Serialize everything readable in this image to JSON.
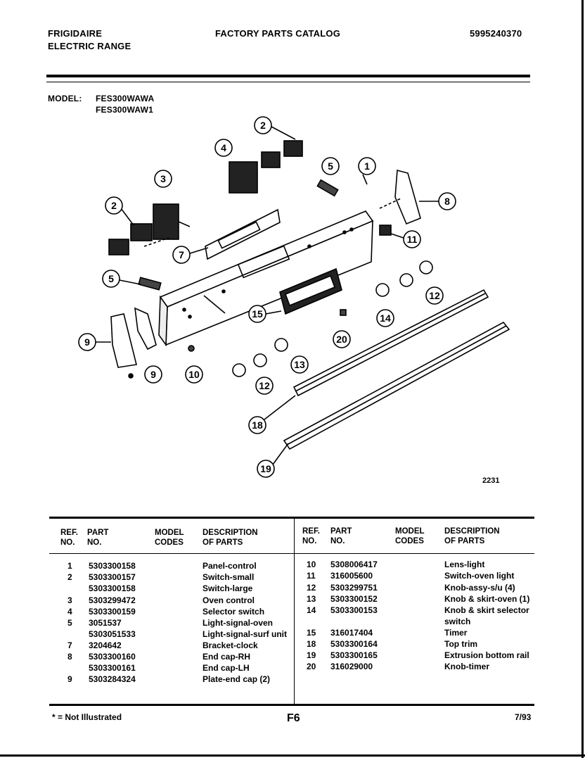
{
  "header": {
    "brand": "FRIGIDAIRE",
    "product": "ELECTRIC RANGE",
    "catalog_title": "FACTORY PARTS CATALOG",
    "catalog_number": "5995240370"
  },
  "model": {
    "label": "MODEL:",
    "numbers": [
      "FES300WAWA",
      "FES300WAW1"
    ]
  },
  "diagram": {
    "callouts": [
      "1",
      "2",
      "2",
      "3",
      "4",
      "5",
      "5",
      "7",
      "8",
      "9",
      "9",
      "10",
      "11",
      "12",
      "12",
      "13",
      "14",
      "15",
      "18",
      "19",
      "20"
    ],
    "drawing_number": "2231"
  },
  "table": {
    "headers": {
      "ref_no": "REF.\nNO.",
      "part_no": "PART\nNO.",
      "model_codes": "MODEL\nCODES",
      "description": "DESCRIPTION\nOF PARTS"
    },
    "left_rows": [
      {
        "ref": "1",
        "part": "5303300158",
        "code": "",
        "desc": "Panel-control"
      },
      {
        "ref": "2",
        "part": "5303300157",
        "code": "",
        "desc": "Switch-small"
      },
      {
        "ref": "",
        "part": "5303300158",
        "code": "",
        "desc": "Switch-large"
      },
      {
        "ref": "3",
        "part": "5303299472",
        "code": "",
        "desc": "Oven control"
      },
      {
        "ref": "4",
        "part": "5303300159",
        "code": "",
        "desc": "Selector switch"
      },
      {
        "ref": "5",
        "part": "3051537",
        "code": "",
        "desc": "Light-signal-oven"
      },
      {
        "ref": "",
        "part": "5303051533",
        "code": "",
        "desc": "Light-signal-surf unit"
      },
      {
        "ref": "7",
        "part": "3204642",
        "code": "",
        "desc": "Bracket-clock"
      },
      {
        "ref": "8",
        "part": "5303300160",
        "code": "",
        "desc": "End cap-RH"
      },
      {
        "ref": "",
        "part": "5303300161",
        "code": "",
        "desc": "End cap-LH"
      },
      {
        "ref": "9",
        "part": "5303284324",
        "code": "",
        "desc": "Plate-end cap (2)"
      }
    ],
    "right_rows": [
      {
        "ref": "10",
        "part": "5308006417",
        "code": "",
        "desc": "Lens-light"
      },
      {
        "ref": "11",
        "part": "316005600",
        "code": "",
        "desc": "Switch-oven light"
      },
      {
        "ref": "12",
        "part": "5303299751",
        "code": "",
        "desc": "Knob-assy-s/u (4)"
      },
      {
        "ref": "13",
        "part": "5303300152",
        "code": "",
        "desc": "Knob & skirt-oven (1)"
      },
      {
        "ref": "14",
        "part": "5303300153",
        "code": "",
        "desc": "Knob & skirt selector"
      },
      {
        "ref": "",
        "part": "",
        "code": "",
        "desc": "switch"
      },
      {
        "ref": "15",
        "part": "316017404",
        "code": "",
        "desc": "Timer"
      },
      {
        "ref": "18",
        "part": "5303300164",
        "code": "",
        "desc": "Top trim"
      },
      {
        "ref": "19",
        "part": "5303300165",
        "code": "",
        "desc": "Extrusion bottom rail"
      },
      {
        "ref": "20",
        "part": "316029000",
        "code": "",
        "desc": "Knob-timer"
      }
    ]
  },
  "footer": {
    "note": "* = Not Illustrated",
    "page": "F6",
    "date": "7/93"
  }
}
